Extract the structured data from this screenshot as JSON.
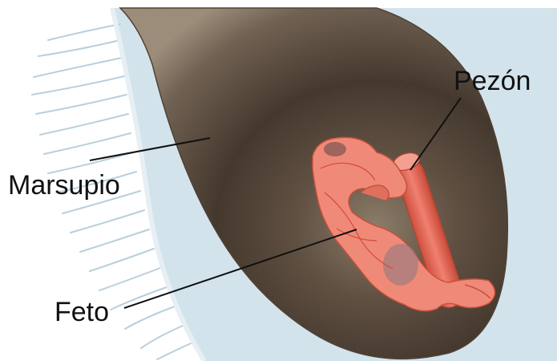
{
  "labels": {
    "pezon": "Pezón",
    "marsupio": "Marsupio",
    "feto": "Feto"
  },
  "colors": {
    "background": "#ffffff",
    "sky": "#d3e3ec",
    "fur": "#b9cfdc",
    "pouch_dark": "#3a2e24",
    "pouch_light": "#9b8a76",
    "fetus": "#f08a78",
    "fetus_dark": "#d9604c",
    "nipple": "#e46c58",
    "leader_line": "#111111"
  },
  "icons": [
    "fur-fringe",
    "pouch",
    "fetus",
    "nipple"
  ]
}
